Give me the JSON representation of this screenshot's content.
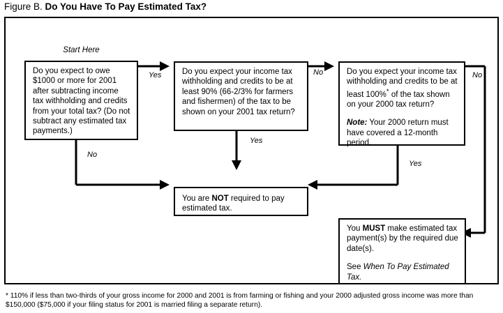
{
  "title": {
    "figure_label": "Figure B.",
    "heading": "Do You Have To Pay Estimated Tax?"
  },
  "start_label": "Start Here",
  "nodes": {
    "q1": {
      "id": "q1",
      "text": "Do you expect to owe $1000 or more for 2001 after subtracting income tax withholding and credits from your total tax? (Do not subtract any estimated tax payments.)"
    },
    "q2": {
      "id": "q2",
      "text": "Do you expect your income tax withholding and credits to be at least 90% (66-2/3% for farmers and fishermen) of the tax to be shown on your 2001 tax return?"
    },
    "q3": {
      "id": "q3",
      "text_before": "Do you expect your income tax withholding and credits to be at least 100%",
      "asterisk": "*",
      "text_after": "of the tax shown on your 2000 tax return?",
      "note_word": "Note:",
      "note_text": "Your 2000 return must have covered a 12-month period."
    },
    "not_required": {
      "id": "not-required",
      "text_before": "You are",
      "emphasis": "NOT",
      "text_after": "required to pay estimated tax."
    },
    "must_pay": {
      "id": "must-pay",
      "text_before": "You",
      "emphasis": "MUST",
      "text_after": "make estimated tax payment(s) by the required due date(s).",
      "see_label": "See",
      "see_reference": "When To Pay Estimated Tax."
    }
  },
  "edges": [
    {
      "id": "q1-yes",
      "label": "Yes",
      "from": "q1",
      "to": "q2"
    },
    {
      "id": "q1-no",
      "label": "No",
      "from": "q1",
      "to": "not_required"
    },
    {
      "id": "q2-yes",
      "label": "Yes",
      "from": "q2",
      "to": "not_required"
    },
    {
      "id": "q2-no",
      "label": "No",
      "from": "q2",
      "to": "q3"
    },
    {
      "id": "q3-yes",
      "label": "Yes",
      "from": "q3",
      "to": "not_required"
    },
    {
      "id": "q3-no",
      "label": "No",
      "from": "q3",
      "to": "must_pay"
    }
  ],
  "footnote": "* 110% if less than two-thirds of your gross income for 2000 and 2001 is from farming or fishing and your 2000 adjusted gross income was more than $150,000 ($75,000 if your filing status for 2001 is married filing a separate return).",
  "colors": {
    "ink": "#000000",
    "paper": "#ffffff"
  }
}
